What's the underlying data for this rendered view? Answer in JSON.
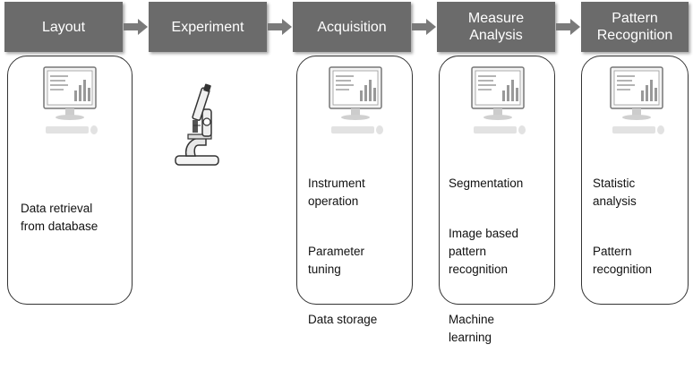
{
  "stages": [
    {
      "title": "Layout"
    },
    {
      "title": "Experiment"
    },
    {
      "title": "Acquisition"
    },
    {
      "title": "Measure\nAnalysis"
    },
    {
      "title": "Pattern\nRecognition"
    }
  ],
  "panels": {
    "layout": {
      "items": [
        "Data retrieval\nfrom database"
      ]
    },
    "acquisition": {
      "items": [
        "Instrument\noperation",
        "Parameter\ntuning",
        "Data storage"
      ]
    },
    "analysis": {
      "items": [
        "Segmentation",
        "Image based\npattern\nrecognition",
        "Machine\nlearning"
      ]
    },
    "recognition": {
      "items": [
        "Statistic\nanalysis",
        "Pattern\nrecognition"
      ]
    }
  },
  "colors": {
    "stage_fill": "#6b6b6b",
    "stage_text": "#ffffff",
    "panel_border": "#333333"
  },
  "icons": [
    "computer-monitor-icon",
    "microscope-icon"
  ]
}
